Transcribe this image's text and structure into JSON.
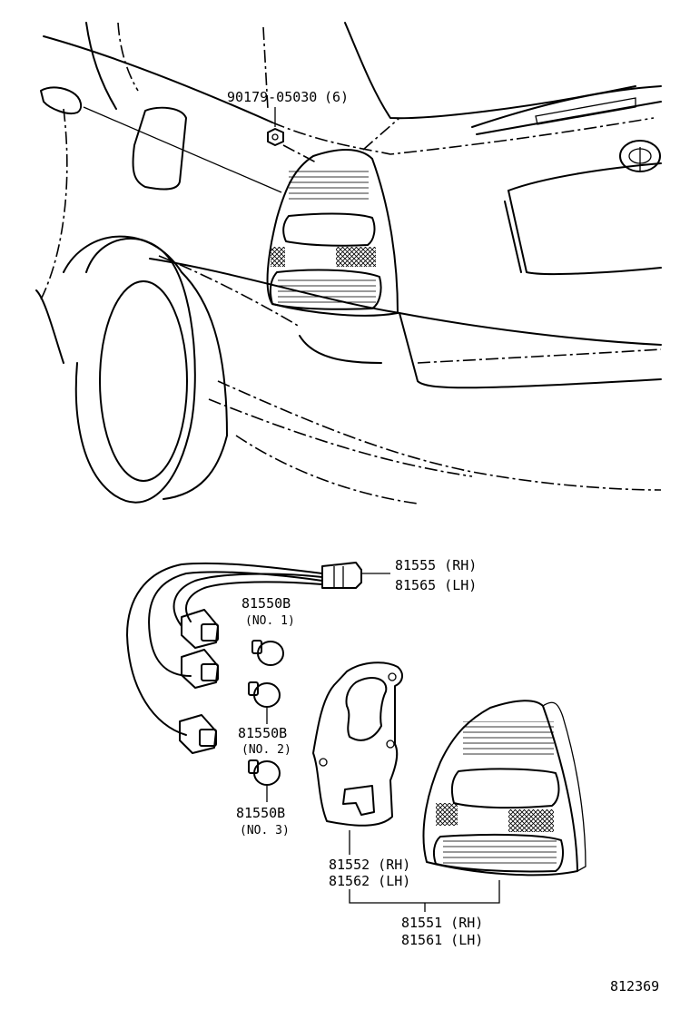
{
  "labels": {
    "nut_part": "90179-05030",
    "nut_qty": "(6)",
    "socket_wire_rh": "81555 (RH)",
    "socket_wire_lh": "81565 (LH)",
    "bulb_no1_part": "81550B",
    "bulb_no1_pos": "(NO. 1)",
    "bulb_no2_part": "81550B",
    "bulb_no2_pos": "(NO. 2)",
    "bulb_no3_part": "81550B",
    "bulb_no3_pos": "(NO. 3)",
    "gasket_rh": "81552 (RH)",
    "gasket_lh": "81562 (LH)",
    "lens_rh": "81551 (RH)",
    "lens_lh": "81561 (LH)",
    "diagram_number": "812369"
  },
  "icons": {
    "emblem": "toyota-emblem-icon"
  }
}
